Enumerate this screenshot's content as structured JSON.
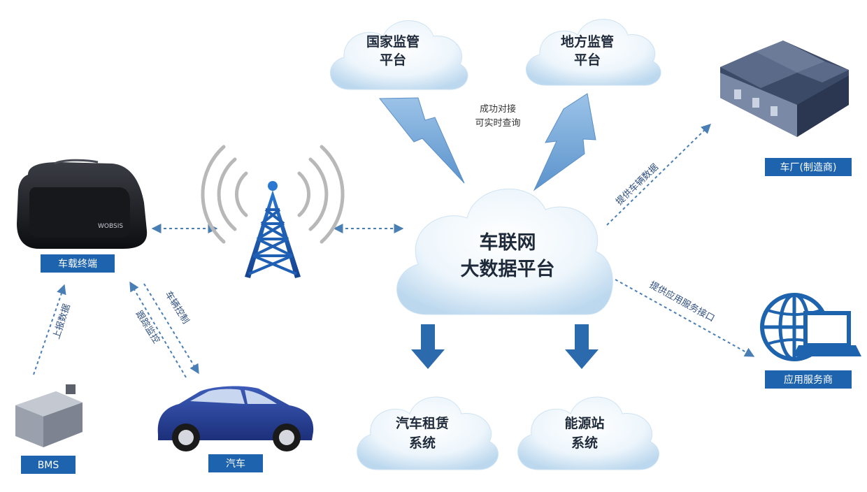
{
  "clouds": {
    "national": [
      "国家监管",
      "平台"
    ],
    "local": [
      "地方监管",
      "平台"
    ],
    "platform": [
      "车联网",
      "大数据平台"
    ],
    "rental": [
      "汽车租赁",
      "系统"
    ],
    "energy": [
      "能源站",
      "系统"
    ]
  },
  "note": [
    "成功对接",
    "可实时查询"
  ],
  "tags": {
    "terminal": "车载终端",
    "bms": "BMS",
    "car": "汽车",
    "factory": "车厂(制造商)",
    "provider": "应用服务商"
  },
  "device_logo": "WOBSIS",
  "edge_labels": {
    "upload": "上报数据",
    "control": "车辆控制",
    "track": "跟踪监控",
    "factory_data": "提供车辆数据",
    "app_interface": "提供应用服务接口"
  },
  "colors": {
    "tag_bg": "#1e63ae",
    "arrow_blue": "#2c6aae",
    "dashed_line": "#4a7fb5",
    "bolt": "#7da9d6"
  }
}
